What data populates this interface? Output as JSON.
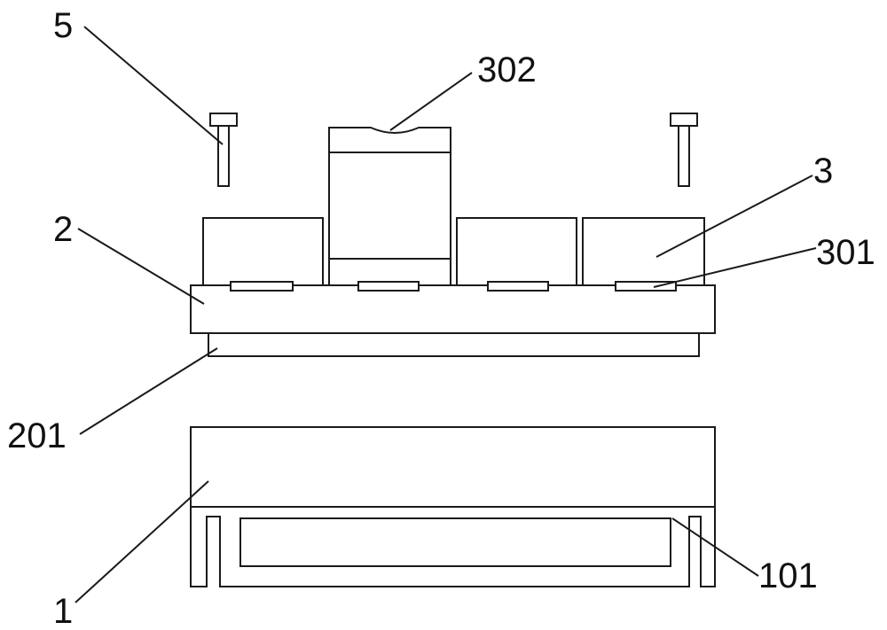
{
  "labels": {
    "bolt": "5",
    "clamp_top": "302",
    "module": "3",
    "plate": "2",
    "slot": "301",
    "plate_bottom": "201",
    "base": "1",
    "base_recess": "101"
  },
  "colors": {
    "stroke": "#1a1a1a",
    "background": "#ffffff"
  }
}
